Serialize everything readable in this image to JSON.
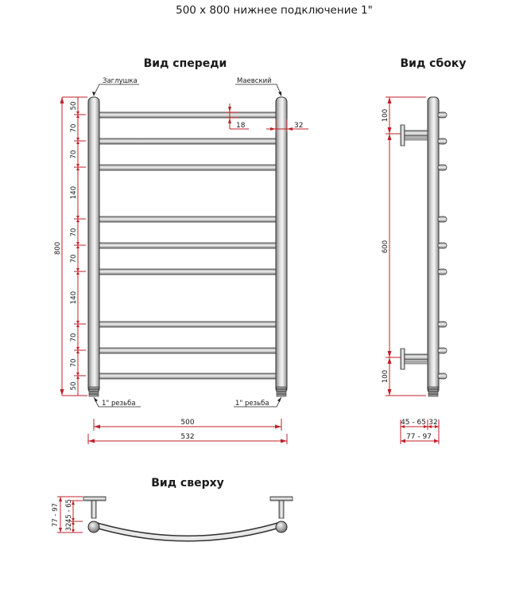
{
  "title": "500 x 800 нижнее подключение 1\"",
  "views": {
    "front": "Вид спереди",
    "side": "Вид сбоку",
    "top": "Вид сверху"
  },
  "callouts": {
    "plug": "Заглушка",
    "mayevsky": "Маевский",
    "thread_left": "1\" резьба",
    "thread_right": "1\" резьба"
  },
  "front_dims": {
    "total_height": "800",
    "spacings": [
      "50",
      "70",
      "70",
      "140",
      "70",
      "70",
      "140",
      "70",
      "70",
      "50"
    ],
    "bar_diameter": "18",
    "post_diameter": "32",
    "center_width": "500",
    "total_width": "532"
  },
  "side_dims": {
    "top": "100",
    "middle": "600",
    "bottom": "100",
    "wall_offset": "45 - 65",
    "post": "32",
    "total_depth": "77 - 97"
  },
  "top_dims": {
    "total_depth": "77 - 97",
    "offset": "45 - 65",
    "post": "32"
  }
}
